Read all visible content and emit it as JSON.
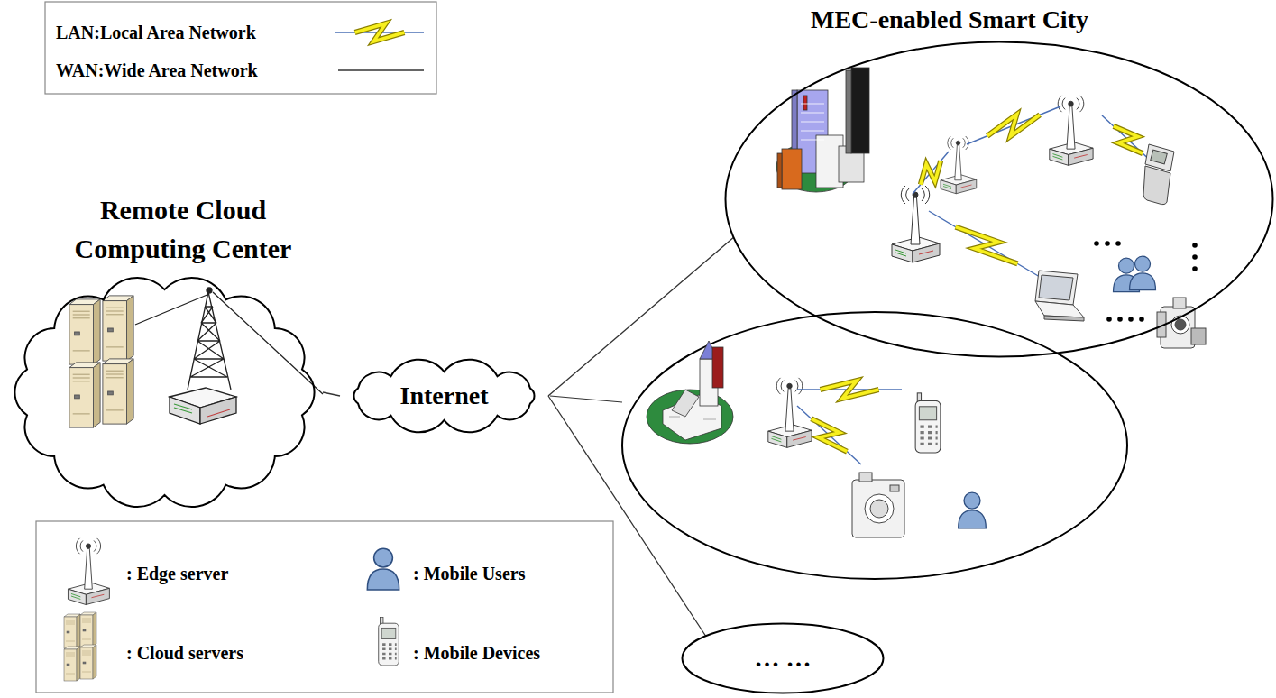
{
  "diagram": {
    "nodes": [
      {
        "text": [
          "Remote Cloud Computing Center"
        ]
      },
      {
        "text": [
          "Internet"
        ]
      },
      {
        "text": [
          "MEC-enabled Smart City"
        ]
      },
      {
        "text": [
          "… …"
        ]
      }
    ],
    "edges": [
      {
        "from": 0,
        "to": 1,
        "arrow": "none"
      },
      {
        "from": 1,
        "to": 2,
        "arrow": "none"
      },
      {
        "from": 1,
        "to": 3,
        "arrow": "none"
      }
    ],
    "legend": [
      {
        "text": "LAN:Local Area Network"
      },
      {
        "text": "WAN:Wide Area Network"
      },
      {
        "text": ": Edge server"
      },
      {
        "text": ": Cloud servers"
      },
      {
        "text": ": Mobile Users"
      },
      {
        "text": ": Mobile Devices"
      }
    ]
  }
}
